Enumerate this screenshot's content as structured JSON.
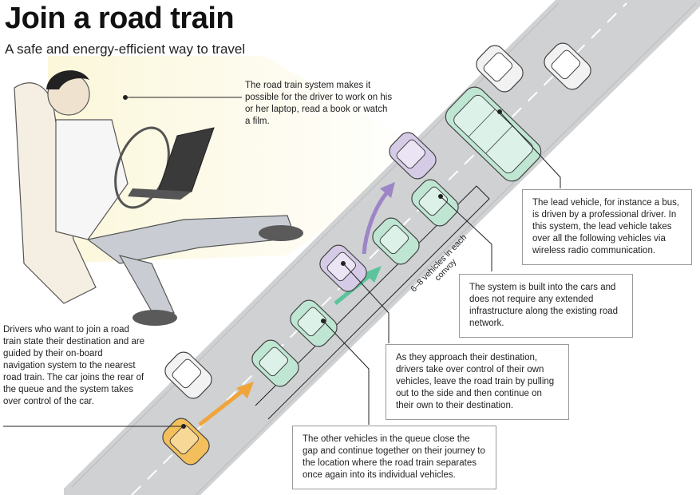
{
  "title": "Join a road train",
  "subtitle": "A safe and energy-efficient way to travel",
  "convoy_label": "6–8 vehicles in each convoy",
  "callouts": {
    "driver_laptop": "The road train system makes it possible for the driver to work on his or her laptop, read a book or watch a film.",
    "lead_vehicle": "The lead vehicle, for instance a bus, is driven by a professional driver. In this system, the lead vehicle takes over all the following vehicles via wireless radio communication.",
    "system_built_in": "The system is built into the cars and does not require any extended infrastructure along the existing road network.",
    "approach_destination": "As they approach their destination, drivers take over control of their own vehicles, leave the road train by pulling out to the side and then continue on their own to their destination.",
    "join_train": "Drivers who want to join a road train state their destination and are guided by their on-board navigation system to the nearest road train. The car joins the rear of the queue and the system takes over control of the car.",
    "close_gap": "The other vehicles in the queue close the gap and continue together on their journey to the location where the road train separa­tes once again into its individual vehicles."
  },
  "colors": {
    "road": "#cfd1d3",
    "lane_marking": "#ffffff",
    "convoy_car": "#bfe6d3",
    "leaving_car": "#d6cbe6",
    "joining_car": "#f2bf5c",
    "other_car": "#f2f2f2",
    "join_arrow": "#f0a43a",
    "leave_arrow": "#9d85c6",
    "close_arrow": "#5cc49c"
  }
}
